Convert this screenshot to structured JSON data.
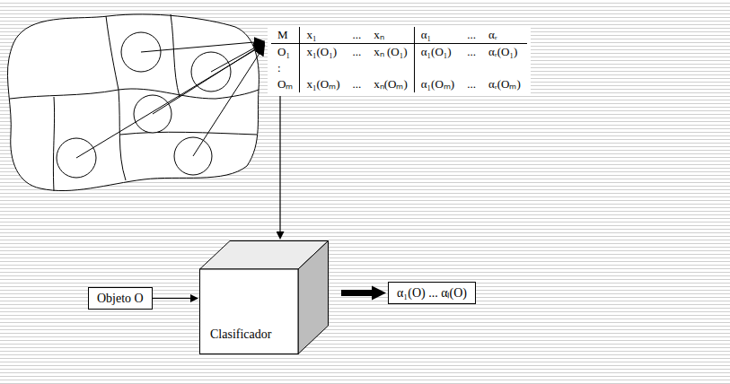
{
  "diagram": {
    "nodes": [
      {
        "text": [
          "M",
          "x₁",
          "...",
          "xₙ",
          "α₁",
          "...",
          "αᵣ",
          "O₁",
          "x₁(O₁)",
          "...",
          "xₙ (O₁)",
          "α₁(O₁)",
          "...",
          "αᵣ(O₁)",
          ":",
          "Oₘ",
          "x₁(Oₘ)",
          "...",
          "xₙ(Oₘ)",
          "α₁(Oₘ)",
          "...",
          "αᵣ(Oₘ)"
        ]
      },
      {
        "text": [
          "Clasificador"
        ]
      },
      {
        "text": [
          "Objeto O"
        ]
      },
      {
        "text": [
          "α₁(O) ... αₗ(O)"
        ]
      }
    ],
    "edges": [
      {
        "from": 0,
        "to": 1,
        "arrow": "to"
      },
      {
        "from": 2,
        "to": 1,
        "arrow": "to"
      },
      {
        "from": 1,
        "to": 3,
        "arrow": "to"
      }
    ]
  }
}
